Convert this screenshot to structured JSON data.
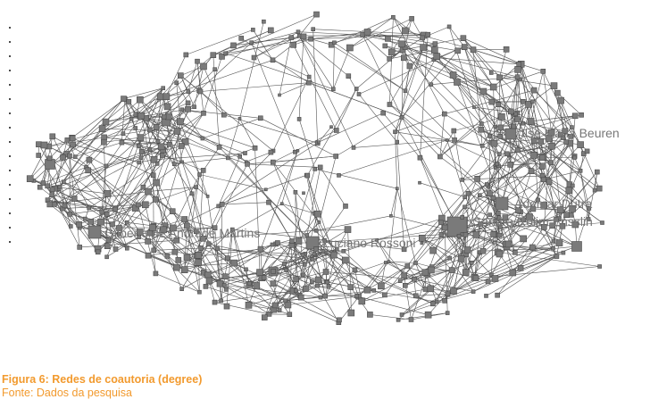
{
  "colors": {
    "node_fill": "#7a7a7a",
    "node_stroke": "#4a4a4a",
    "edge": "#555555",
    "label": "#777777",
    "caption": "#f29a2e",
    "background": "#ffffff"
  },
  "network": {
    "labels": [
      {
        "id": "ilse",
        "text": "Ilse Maria Beuren"
      },
      {
        "id": "ademar",
        "text": "Ademar Dutra"
      },
      {
        "id": "sandra",
        "text": "Sandra Rolim Ensslin"
      },
      {
        "id": "gilberto",
        "text": "Gilberto de Andrade Martins"
      },
      {
        "id": "luciano",
        "text": "Luciano Rossoni"
      }
    ]
  },
  "caption": {
    "title": "Figura 6: Redes de coautoria (degree)",
    "source": "Fonte: Dados da pesquisa"
  }
}
